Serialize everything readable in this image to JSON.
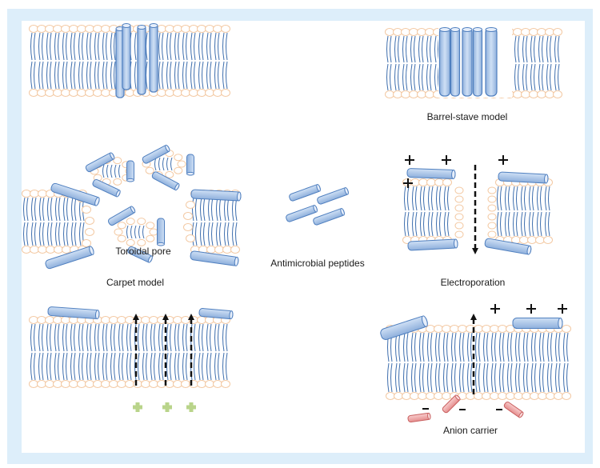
{
  "figure": {
    "title": "Mechanisms of antimicrobial peptide action on membranes",
    "panels": [
      {
        "id": "panel-1",
        "label": ""
      },
      {
        "id": "barrel-stave",
        "label": "Barrel-stave model"
      },
      {
        "id": "carpet",
        "label": "Carpet model",
        "sublabel": "Toroidal pore"
      },
      {
        "id": "center",
        "label": "Antimicrobial peptides"
      },
      {
        "id": "electroporation",
        "label": "Electroporation"
      },
      {
        "id": "ion-flux",
        "label": ""
      },
      {
        "id": "anion-carrier",
        "label": "Anion carrier"
      }
    ],
    "symbols": {
      "plus": "+",
      "minus": "-"
    },
    "colors": {
      "frame": "#ddeefa",
      "peptide_fill": "#a9c4e6",
      "peptide_stroke": "#4f7fbf",
      "tail": "#3f6fae",
      "head": "#f3c9a3",
      "anion_fill": "#f0a6a6",
      "anion_stroke": "#c96060",
      "cation": "#b9d48a"
    }
  }
}
